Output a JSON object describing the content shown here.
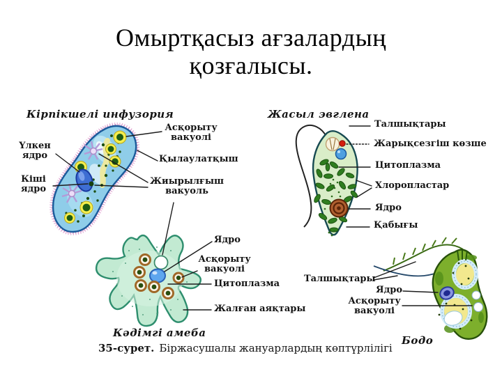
{
  "title": {
    "line1": "Омыртқасыз ағзалардың",
    "line2": "қозғалысы."
  },
  "infusoria": {
    "heading": "Кірпікшелі инфузория",
    "label_large_nucleus_1": "Үлкен",
    "label_large_nucleus_2": "ядро",
    "label_small_nucleus_1": "Кіші",
    "label_small_nucleus_2": "ядро",
    "label_digestive_vacuole_1": "Асқорыту",
    "label_digestive_vacuole_2": "вакуолі",
    "label_trichocyst": "Қылаулатқыш",
    "label_contractile_vacuole_1": "Жиырылғыш",
    "label_contractile_vacuole_2": "вакуоль"
  },
  "euglena": {
    "heading": "Жасыл эвглена",
    "label_flagella": "Талшықтары",
    "label_eyespot": "Жарықсезгіш көзше",
    "label_cytoplasm": "Цитоплазма",
    "label_chloroplasts": "Хлоропластар",
    "label_nucleus": "Ядро",
    "label_membrane": "Қабығы"
  },
  "amoeba": {
    "caption": "Кәдімгі амеба",
    "label_nucleus": "Ядро",
    "label_digestive_vacuole_1": "Асқорыту",
    "label_digestive_vacuole_2": "вакуолі",
    "label_cytoplasm": "Цитоплазма",
    "label_pseudopods": "Жалған аяқтары"
  },
  "bodo": {
    "caption": "Бодо",
    "label_flagella": "Талшықтары",
    "label_nucleus": "Ядро",
    "label_digestive_vacuole_1": "Асқорыту",
    "label_digestive_vacuole_2": "вакуолі"
  },
  "figure_caption": {
    "number": "35-сурет.",
    "text": "Біржасушалы жануарлардың көптүрлілігі"
  },
  "colors": {
    "background": "#FFFFFF",
    "text": "#141414",
    "infusoria_body": "#8FCDE9",
    "infusoria_cilia": "#E2A8D4",
    "infusoria_large_nucleus": "#3E6ED3",
    "food_vacuole_ring": "#F5EE4E",
    "food_vacuole_core": "#1E5C14",
    "contractile_vacuole": "#CBB8E6",
    "euglena_body": "#D9EDC8",
    "chloroplast": "#2F7D1F",
    "eyespot": "#D41E0E",
    "euglena_nucleus": "#B06030",
    "amoeba_body": "#C2EAD2",
    "amoeba_outline": "#2E8E6E",
    "amoeba_nucleus": "#5EA6EE",
    "bodo_body": "#7DAF2C",
    "bodo_canal": "#D4ECF8",
    "bodo_patch": "#F2E88E",
    "leader_line": "#1C1C1C"
  }
}
